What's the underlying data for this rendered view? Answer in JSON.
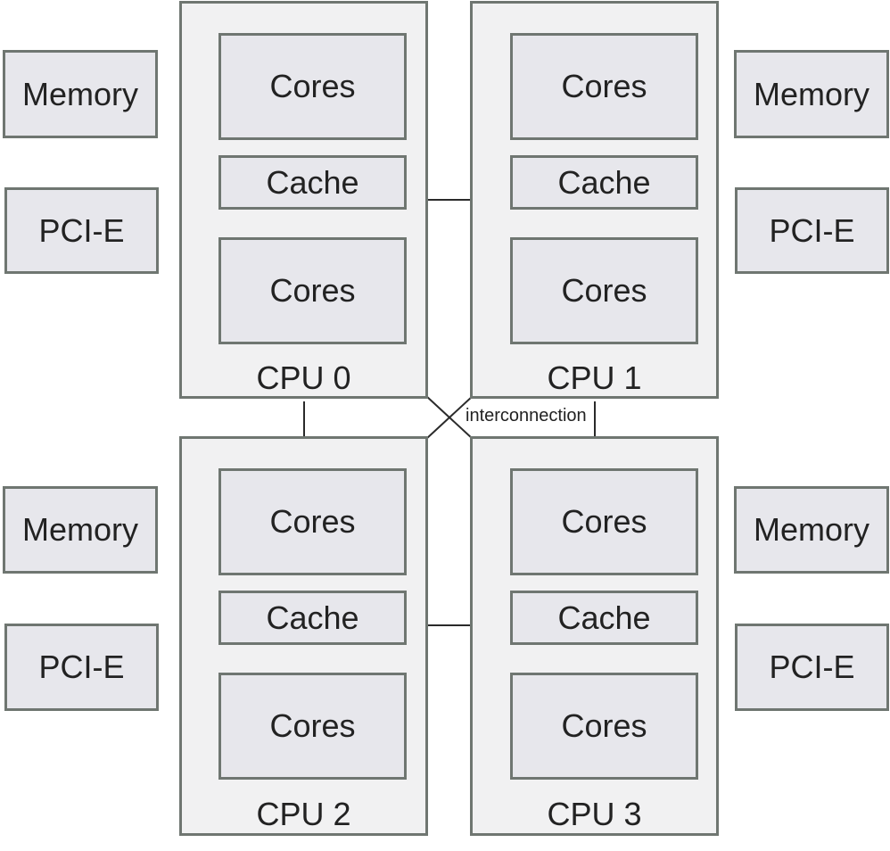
{
  "diagram": {
    "cpus": [
      {
        "label": "CPU 0",
        "blocks": [
          "Cores",
          "Cache",
          "Cores"
        ],
        "attached": [
          "Memory",
          "PCI-E"
        ]
      },
      {
        "label": "CPU 1",
        "blocks": [
          "Cores",
          "Cache",
          "Cores"
        ],
        "attached": [
          "Memory",
          "PCI-E"
        ]
      },
      {
        "label": "CPU 2",
        "blocks": [
          "Cores",
          "Cache",
          "Cores"
        ],
        "attached": [
          "Memory",
          "PCI-E"
        ]
      },
      {
        "label": "CPU 3",
        "blocks": [
          "Cores",
          "Cache",
          "Cores"
        ],
        "attached": [
          "Memory",
          "PCI-E"
        ]
      }
    ],
    "interconnect_label": "interconnection",
    "colors": {
      "border": "#6f7671",
      "cpu_fill": "#f1f1f2",
      "block_fill": "#e7e7ec",
      "line": "#2a2a2a"
    }
  }
}
